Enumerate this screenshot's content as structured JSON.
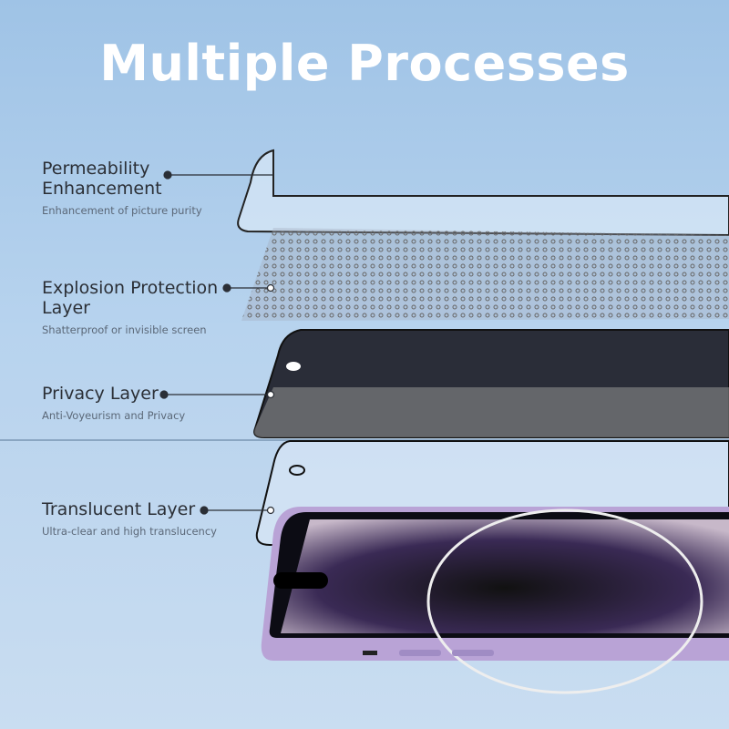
{
  "title": "Multiple Processes",
  "layers": [
    {
      "name_line1": "Permeability",
      "name_line2": "Enhancement",
      "desc": "Enhancement of picture purity"
    },
    {
      "name_line1": "Explosion Protection",
      "name_line2": "Layer",
      "desc": "Shatterproof or invisible screen"
    },
    {
      "name_line1": "Privacy Layer",
      "name_line2": "",
      "desc": "Anti-Voyeurism and Privacy"
    },
    {
      "name_line1": "Translucent Layer",
      "name_line2": "",
      "desc": "Ultra-clear and high translucency"
    }
  ],
  "colors": {
    "background": "#b7d3ee",
    "title": "#ffffff",
    "label_text": "#2b2f36",
    "phone_frame": "#b9a3d6"
  }
}
